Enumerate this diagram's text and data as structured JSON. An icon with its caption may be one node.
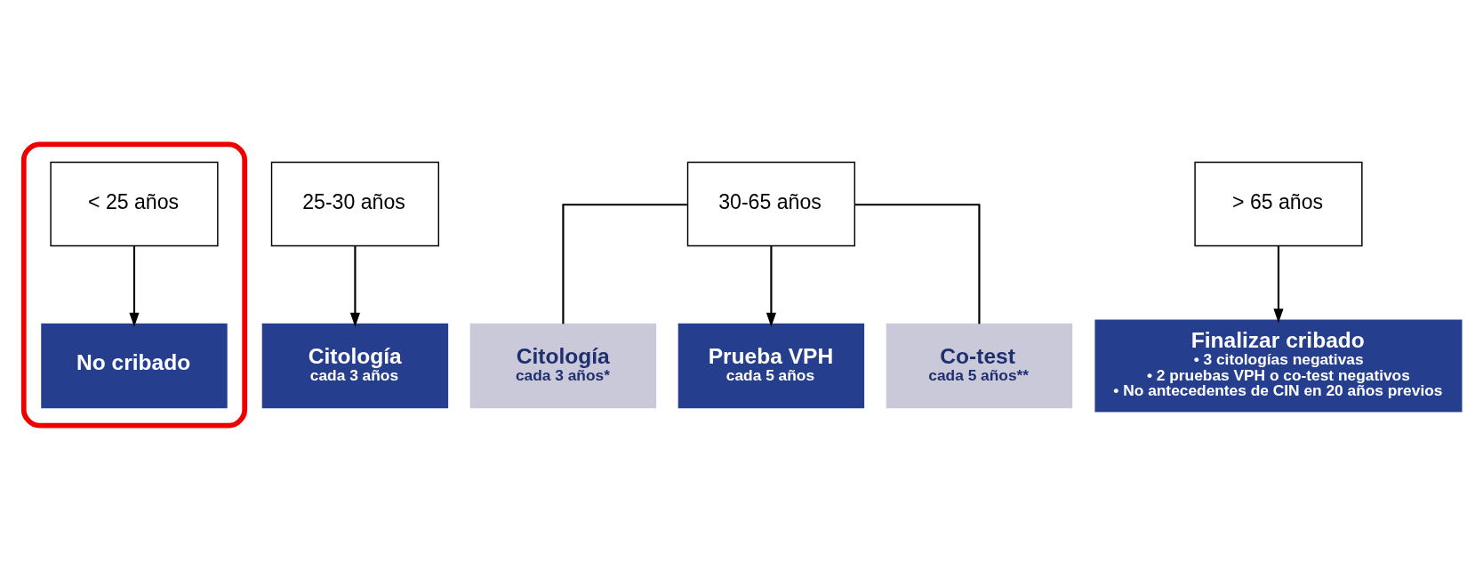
{
  "diagram": {
    "nodes": [
      {
        "text": [],
        "shape": "ellipse"
      },
      {
        "text": [
          "< 25 años"
        ],
        "in": 0
      },
      {
        "text": [
          "25-30 años"
        ]
      },
      {
        "text": [
          "30-65 años"
        ]
      },
      {
        "text": [
          "> 65 años"
        ]
      },
      {
        "text": [
          "No cribado"
        ],
        "in": 0
      },
      {
        "text": [
          "Citología",
          "cada 3 años"
        ]
      },
      {
        "text": [
          "Citología",
          "cada 3 años*"
        ]
      },
      {
        "text": [
          "Prueba VPH",
          "cada 5 años"
        ]
      },
      {
        "text": [
          "Co-test",
          "cada 5 años**"
        ]
      },
      {
        "text": [
          "Finalizar cribado",
          "• 3 citologías negativas",
          "• 2 pruebas VPH o co-test negativos",
          "• No antecedentes de CIN en 20 años previos"
        ]
      }
    ],
    "edges": [
      {
        "from": 1,
        "to": 5,
        "arrow": "to"
      },
      {
        "from": 2,
        "to": 6,
        "arrow": "to"
      },
      {
        "from": 3,
        "to": 7,
        "arrow": "none"
      },
      {
        "from": 3,
        "to": 8,
        "arrow": "to"
      },
      {
        "from": 3,
        "to": 9,
        "arrow": "none"
      },
      {
        "from": 4,
        "to": 10,
        "arrow": "to"
      }
    ]
  }
}
